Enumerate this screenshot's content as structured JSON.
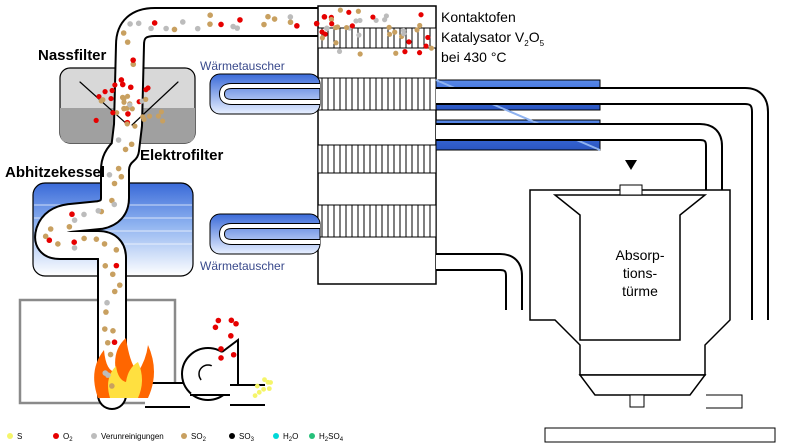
{
  "labels": {
    "nassfilter": "Nassfilter",
    "elektrofilter": "Elektrofilter",
    "abhitzekessel": "Abhitzekessel",
    "waermetauscher_top": "Wärmetauscher",
    "waermetauscher_bottom": "Wärmetauscher",
    "kontaktofen": "Kontaktofen",
    "katalysator_prefix": "Katalysator V",
    "katalysator_sub1": "2",
    "katalysator_mid": "O",
    "katalysator_sub2": "5",
    "temperatur": "bei 430 °C",
    "absorp_1": "Absorp-",
    "absorp_2": "tions-",
    "absorp_3": "türme"
  },
  "legend": [
    {
      "name": "S",
      "color": "#f5f56a"
    },
    {
      "name": "O",
      "sub": "2",
      "color": "#e60000"
    },
    {
      "name": "Verunreinigungen",
      "color": "#bcbcbc"
    },
    {
      "name": "SO",
      "sub": "2",
      "color": "#c8a060"
    },
    {
      "name": "SO",
      "sub": "3",
      "color": "#000000"
    },
    {
      "name": "H",
      "sub": "2",
      "tail": "O",
      "color": "#00d8d8"
    },
    {
      "name": "H",
      "sub": "2",
      "tail": "SO",
      "sub2": "4",
      "color": "#26c07a"
    }
  ],
  "colors": {
    "pipe": "#000000",
    "blue_dark": "#3a6ad8",
    "blue_light": "#d8e8ff",
    "gray_filter": "#a8a8a8",
    "flame_orange": "#ff6600",
    "flame_yellow": "#ffe040"
  }
}
